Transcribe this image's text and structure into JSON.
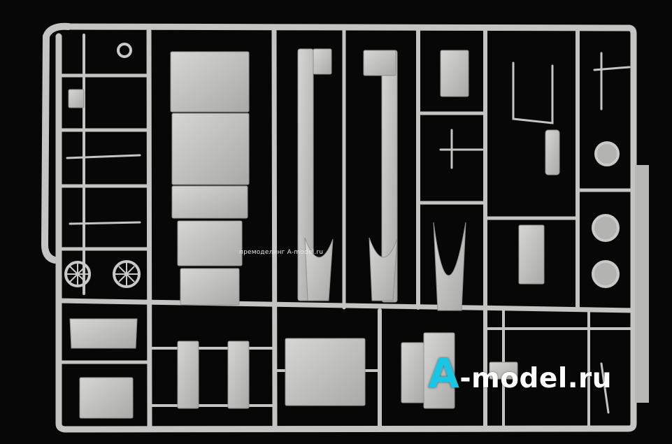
{
  "photo": {
    "subject": "Grey plastic model kit sprue on black background",
    "background_color": "#070707",
    "plastic_color": "#c9c9c7",
    "plastic_shadow": "#9c9c9a"
  },
  "watermark": {
    "caption": "премоделинг A-model.ru",
    "logo_letter": "A",
    "logo_rest": "-model.ru",
    "logo_accent": "#19c7e5"
  }
}
